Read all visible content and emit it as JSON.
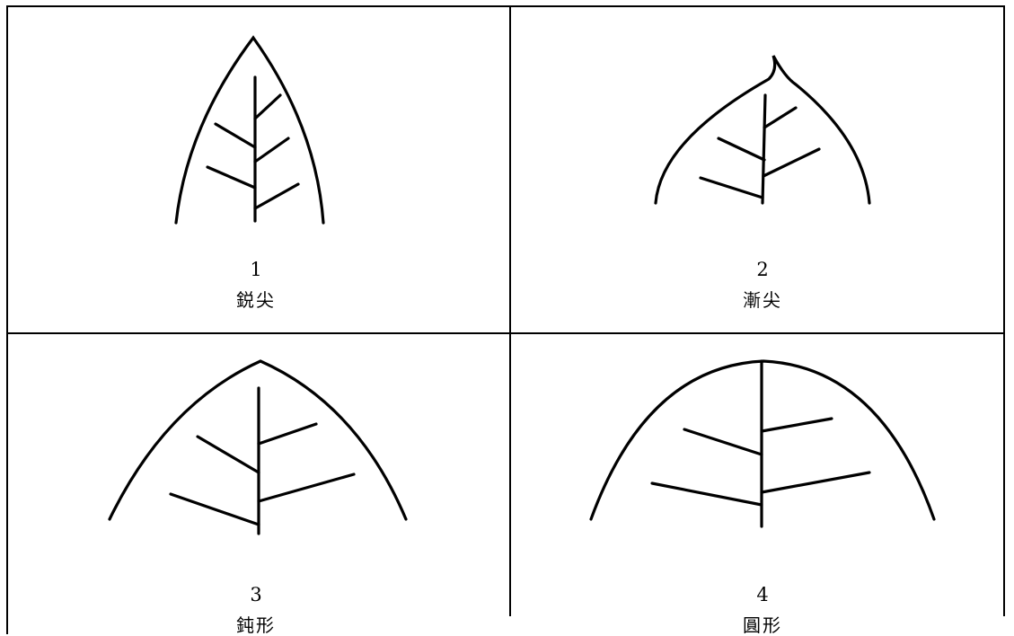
{
  "cells": [
    {
      "number": "1",
      "label": "鋭尖"
    },
    {
      "number": "2",
      "label": "漸尖"
    },
    {
      "number": "3",
      "label": "鈍形"
    },
    {
      "number": "4",
      "label": "圓形"
    }
  ]
}
